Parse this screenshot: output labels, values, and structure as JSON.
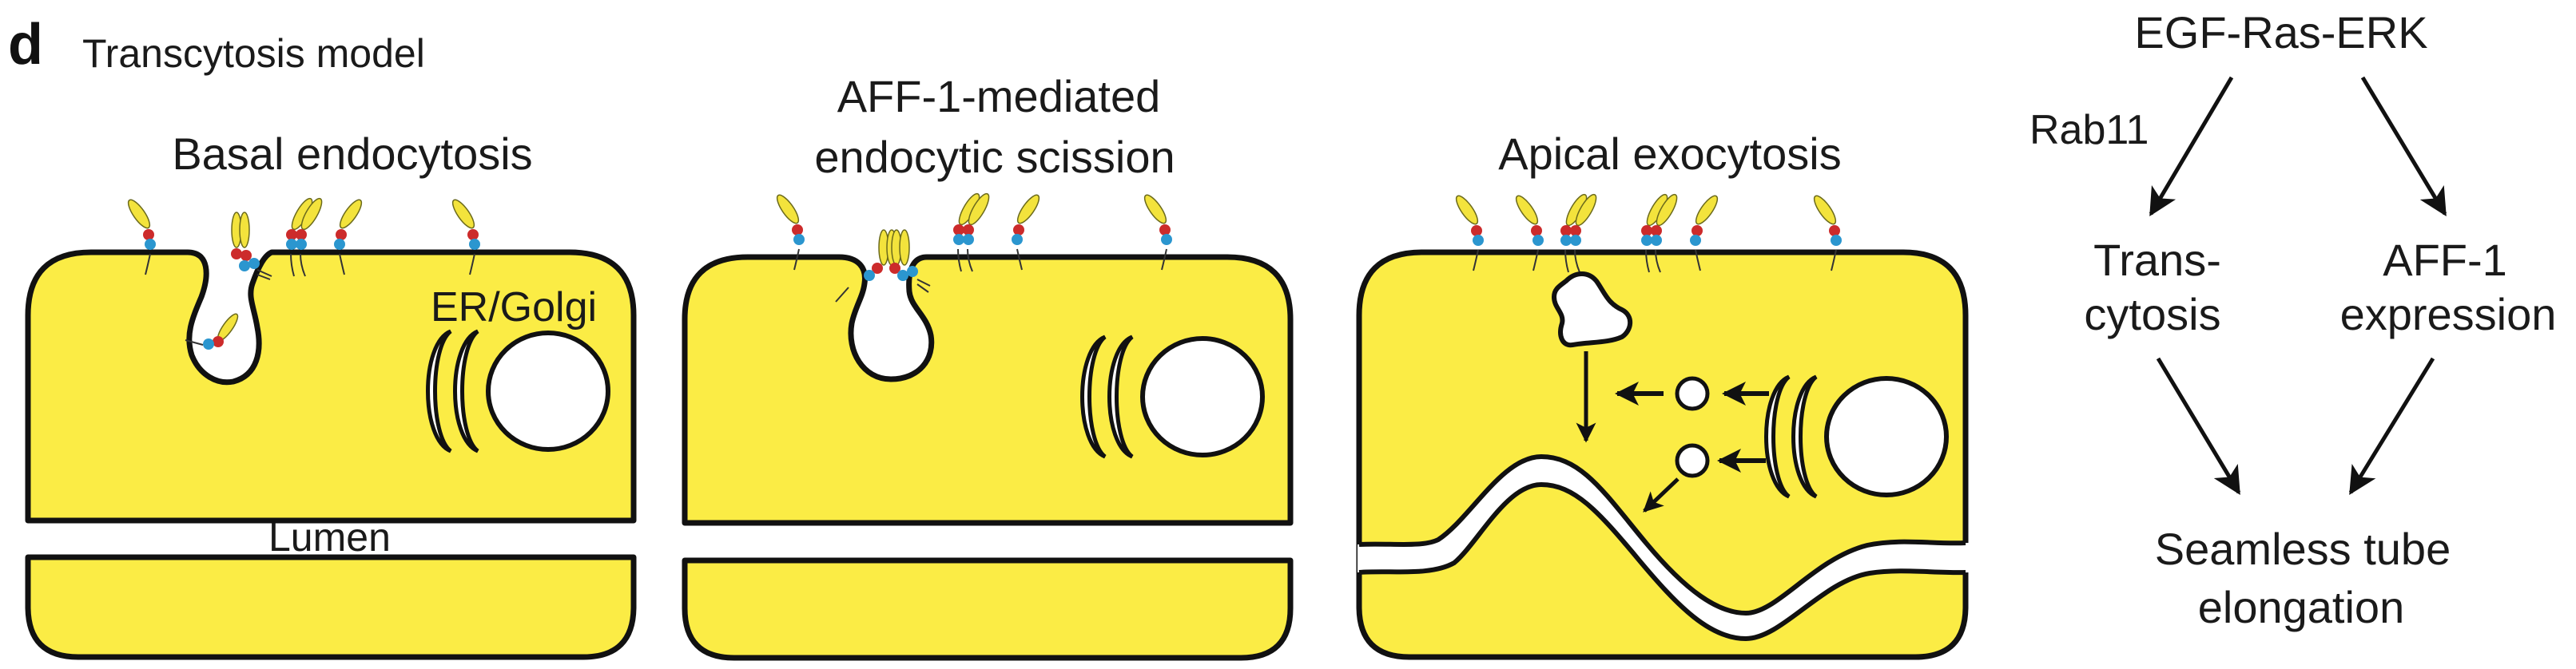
{
  "figure": {
    "panel_letter": "d",
    "title": "Transcytosis model"
  },
  "colors": {
    "cell_fill": "#fbec45",
    "outline": "#111111",
    "receptor_ligand": "#f3e33c",
    "receptor_red": "#cc2b2b",
    "receptor_blue": "#2b96cf",
    "lumen": "#ffffff"
  },
  "panels": [
    {
      "id": "basal-endocytosis",
      "title_lines": [
        "Basal endocytosis"
      ],
      "labels": {
        "organelle": "ER/Golgi",
        "lumen": "Lumen"
      }
    },
    {
      "id": "aff1-endocytic-scission",
      "title_lines": [
        "AFF-1-mediated",
        "endocytic scission"
      ]
    },
    {
      "id": "apical-exocytosis",
      "title_lines": [
        "Apical exocytosis"
      ]
    }
  ],
  "pathway": {
    "top": "EGF-Ras-ERK",
    "edge_label": "Rab11",
    "left_node": [
      "Trans-",
      "cytosis"
    ],
    "right_node": [
      "AFF-1",
      "expression"
    ],
    "bottom_node": [
      "Seamless tube",
      "elongation"
    ],
    "edges": [
      {
        "from": "EGF-Ras-ERK",
        "to": "Transcytosis",
        "label": "Rab11"
      },
      {
        "from": "EGF-Ras-ERK",
        "to": "AFF-1 expression"
      },
      {
        "from": "Transcytosis",
        "to": "Seamless tube elongation"
      },
      {
        "from": "AFF-1 expression",
        "to": "Seamless tube elongation"
      }
    ]
  }
}
